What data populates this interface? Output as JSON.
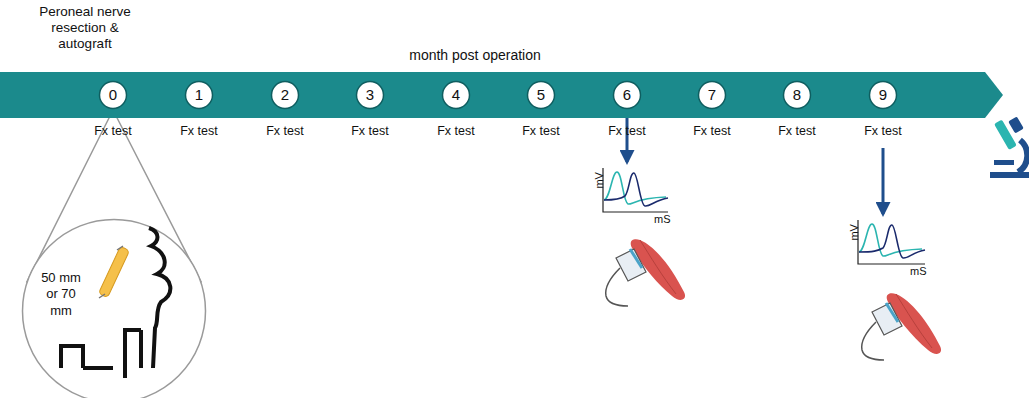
{
  "diagram": {
    "nodes": [
      {
        "text": [
          "month post operation"
        ]
      },
      {
        "text": [
          "0"
        ],
        "in": 0
      },
      {
        "text": [
          "1"
        ],
        "in": 0
      },
      {
        "text": [
          "2"
        ],
        "in": 0
      },
      {
        "text": [
          "3"
        ],
        "in": 0
      },
      {
        "text": [
          "4"
        ],
        "in": 0
      },
      {
        "text": [
          "5"
        ],
        "in": 0
      },
      {
        "text": [
          "6"
        ],
        "in": 0
      },
      {
        "text": [
          "7"
        ],
        "in": 0
      },
      {
        "text": [
          "8"
        ],
        "in": 0
      },
      {
        "text": [
          "9"
        ],
        "in": 0
      },
      {
        "text": [
          "50 mm or 70 mm"
        ]
      }
    ],
    "edges": [
      {
        "from": 1,
        "to": 11,
        "arrow": "none"
      }
    ],
    "labels": [
      "Peroneal nerve resection & autograft",
      "Fx test",
      "Fx test",
      "Fx test",
      "Fx test",
      "Fx test",
      "Fx test",
      "Fx test",
      "Fx test",
      "Fx test",
      "Fx test",
      "mV",
      "mS",
      "mV",
      "mS"
    ]
  }
}
